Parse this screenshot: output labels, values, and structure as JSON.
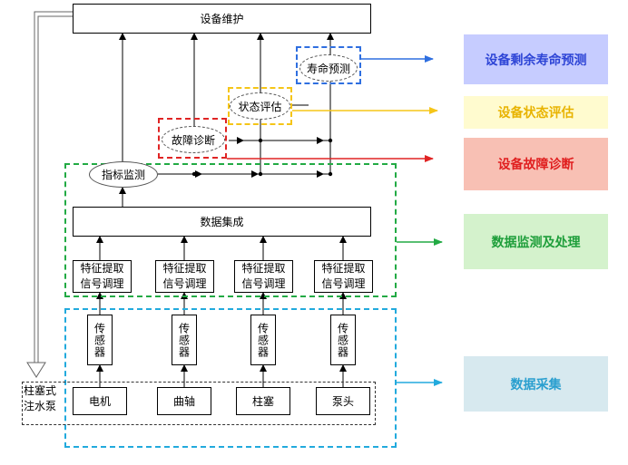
{
  "title": "设备维护",
  "life_prediction": "寿命预测",
  "state_evaluation": "状态评估",
  "fault_diagnosis": "故障诊断",
  "indicator_monitoring": "指标监测",
  "data_integration": "数据集成",
  "feature": {
    "line1": "特征提取",
    "line2": "信号调理"
  },
  "sensor": "传感器",
  "components": [
    "电机",
    "曲轴",
    "柱塞",
    "泵头"
  ],
  "pump": {
    "line1": "柱塞式",
    "line2": "注水泵"
  },
  "legend": {
    "remaining_life": "设备剩余寿命预测",
    "state": "设备状态评估",
    "fault": "设备故障诊断",
    "monitoring": "数据监测及处理",
    "acquisition": "数据采集"
  },
  "colors": {
    "blue": "#2f6fe0",
    "yellow": "#f5c518",
    "red": "#e02424",
    "green": "#22aa44",
    "cyan": "#22aadd",
    "legend_blue_bg": "#c6ccff",
    "legend_blue_fg": "#2e45d6",
    "legend_yellow_bg": "#fffbcf",
    "legend_yellow_fg": "#e8b300",
    "legend_red_bg": "#f8c0b4",
    "legend_red_fg": "#e02020",
    "legend_green_bg": "#d4f2cc",
    "legend_green_fg": "#1e9e3a",
    "legend_cyan_bg": "#d7e9ef",
    "legend_cyan_fg": "#2a9fcf"
  }
}
